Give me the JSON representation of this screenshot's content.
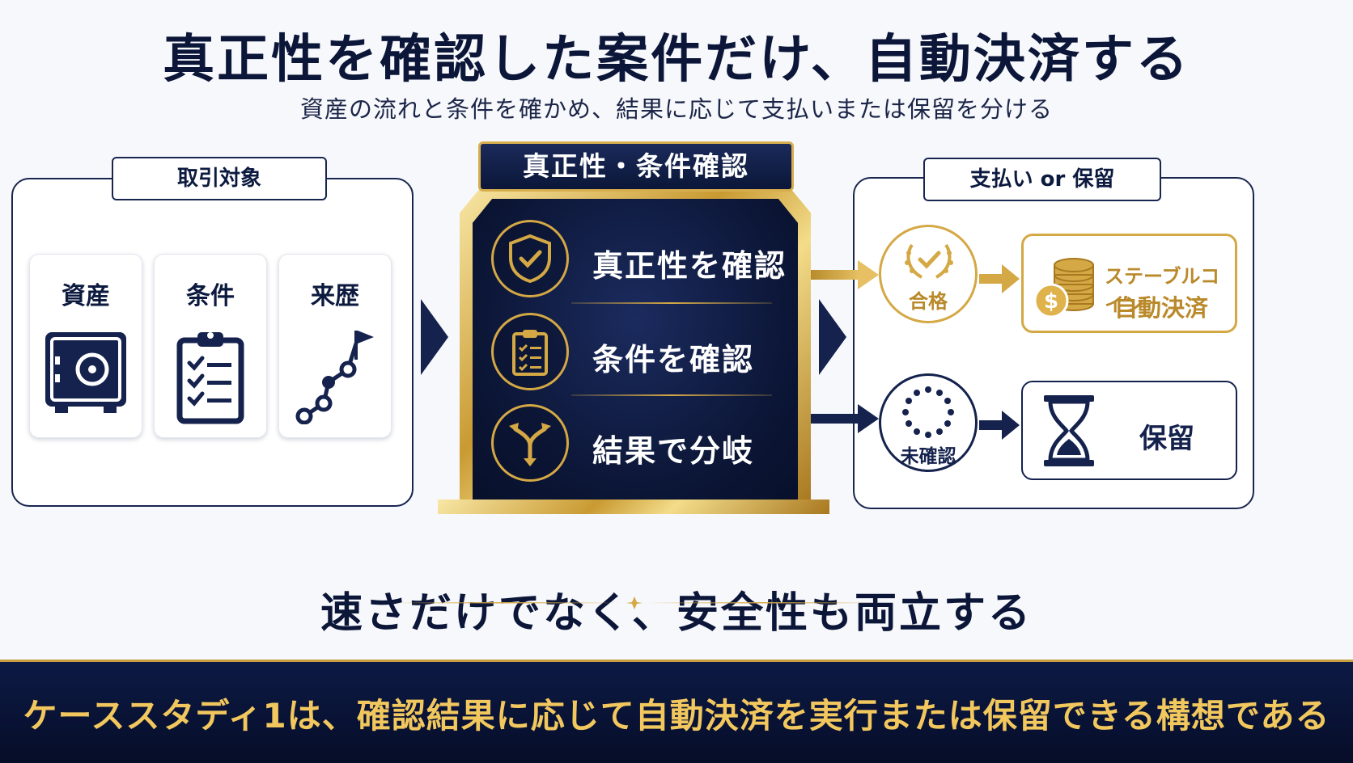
{
  "title": "真正性を確認した案件だけ、自動決済する",
  "subtitle": "資産の流れと条件を確かめ、結果に応じて支払いまたは保留を分ける",
  "left_panel": {
    "tab": "取引対象",
    "cards": [
      {
        "label": "資産",
        "icon": "safe-icon"
      },
      {
        "label": "条件",
        "icon": "clipboard-checklist-icon"
      },
      {
        "label": "来歴",
        "icon": "route-flag-icon"
      }
    ]
  },
  "center_panel": {
    "tab": "真正性・条件確認",
    "steps": [
      {
        "label": "真正性を確認",
        "icon": "shield-check-icon"
      },
      {
        "label": "条件を確認",
        "icon": "clipboard-icon"
      },
      {
        "label": "結果で分岐",
        "icon": "branch-arrows-icon"
      }
    ]
  },
  "right_panel": {
    "tab": "支払い or 保留",
    "pass": {
      "node_label": "合格",
      "result_line1": "ステーブルコイン",
      "result_line2": "自動決済"
    },
    "pending": {
      "node_label": "未確認",
      "result_label": "保留"
    }
  },
  "slogan": "速さだけでなく、安全性も両立する",
  "banner": "ケーススタディ1は、確認結果に応じて自動決済を実行または保留できる構想である",
  "colors": {
    "navy": "#0d1a3f",
    "gold": "#d4a845",
    "gold_text": "#f1c75e",
    "background": "#f7f8fc"
  }
}
